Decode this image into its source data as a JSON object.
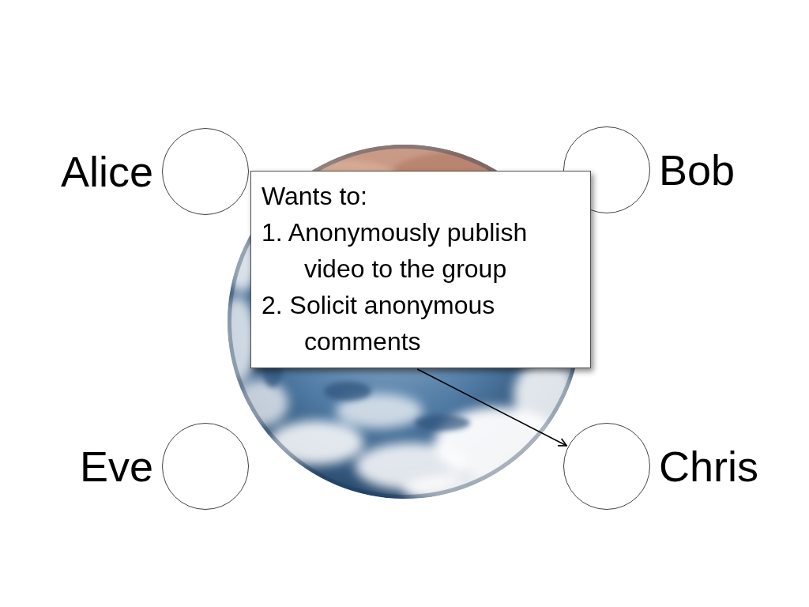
{
  "diagram": {
    "nodes": [
      {
        "text": [
          "Alice"
        ]
      },
      {
        "text": [
          "Bob"
        ]
      },
      {
        "text": [
          "Wants to:",
          "1. Anonymously publish video to the group",
          "2. Solicit anonymous comments"
        ]
      },
      {
        "text": [
          "Eve"
        ]
      },
      {
        "text": [
          "Chris"
        ]
      }
    ],
    "edges": [
      {
        "from": 2,
        "to": 4,
        "arrow": "to"
      }
    ]
  }
}
